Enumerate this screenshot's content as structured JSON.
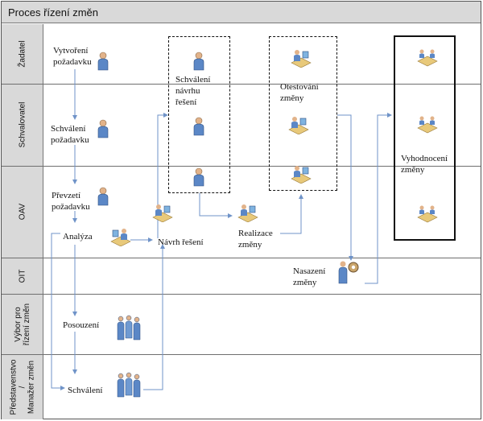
{
  "title": "Proces řízení změn",
  "lanes": [
    {
      "label": "Žadatel"
    },
    {
      "label": "Schvalovatel"
    },
    {
      "label": "OAV"
    },
    {
      "label": "OIT"
    },
    {
      "label": "Výbor pro\nřízení změn"
    },
    {
      "label": "Představenstvo\n/\nManažer změn"
    }
  ],
  "steps": {
    "vytvoreni": "Vytvoření\npožadavku",
    "schvaleni_pozadavku": "Schválení\npožadavku",
    "prevzeti": "Převzetí\npožadavku",
    "analyza": "Analýza",
    "posouzeni": "Posouzení",
    "schvaleni": "Schválení",
    "schvaleni_navrhu": "Schválení\nnávrhu\nřešení",
    "navrh": "Návrh řešení",
    "realizace": "Realizace\nzměny",
    "otestovani": "Otestování\nzměny",
    "nasazeni": "Nasazení\nzměny",
    "vyhodnoceni": "Vyhodnocení\nzměny"
  },
  "colors": {
    "header": "#d9d9d9",
    "arrow": "#6f93c8",
    "person": "#5b87c6",
    "desk": "#e8c97a"
  }
}
